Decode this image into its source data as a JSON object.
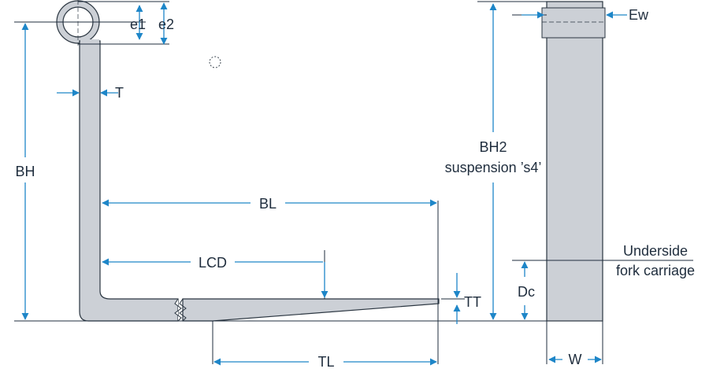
{
  "labels": {
    "e1": "e1",
    "e2": "e2",
    "T": "T",
    "BH": "BH",
    "BL": "BL",
    "LCD": "LCD",
    "TL": "TL",
    "TT": "TT",
    "BH2_line1": "BH2",
    "BH2_line2": "suspension ’s4’",
    "Ew": "Ew",
    "Dc": "Dc",
    "W": "W",
    "underside_line1": "Underside",
    "underside_line2": "fork carriage"
  },
  "colors": {
    "dimension_line": "#1e86c8",
    "fork_fill": "#ccd0d6",
    "outline": "#2a3540",
    "text": "#1f2d3d"
  },
  "icons": {
    "center_mark": "dashed-circle-icon",
    "break_mark": "zigzag-break-icon"
  }
}
